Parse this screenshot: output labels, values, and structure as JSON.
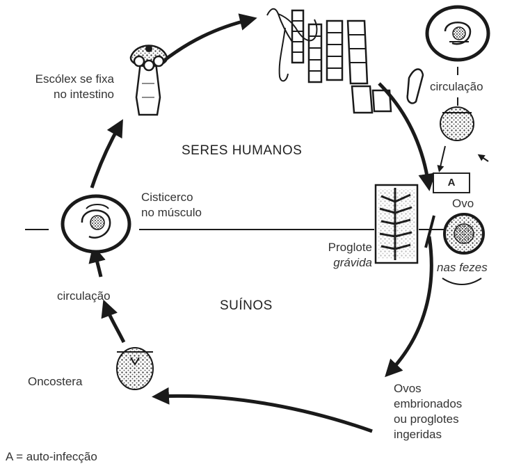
{
  "labels": {
    "escolex_line1": "Escólex se fixa",
    "escolex_line2": "no intestino",
    "circulacao_top": "circulação",
    "seres_humanos": "SERES HUMANOS",
    "cisticerco_line1": "Cisticerco",
    "cisticerco_line2": "no músculo",
    "box_a": "A",
    "ovo": "Ovo",
    "proglote_line1": "Proglote",
    "proglote_line2": "grávida",
    "nas_fezes": "nas fezes",
    "circulacao_left": "circulação",
    "suinos": "SUÍNOS",
    "oncostera": "Oncostera",
    "ovos_line1": "Ovos",
    "ovos_line2": "embrionados",
    "ovos_line3": "ou proglotes",
    "ovos_line4": "ingeridas",
    "legend": "A = auto-infecção"
  },
  "colors": {
    "ink": "#1a1a1a",
    "stipple": "#555555",
    "paper": "#ffffff"
  }
}
